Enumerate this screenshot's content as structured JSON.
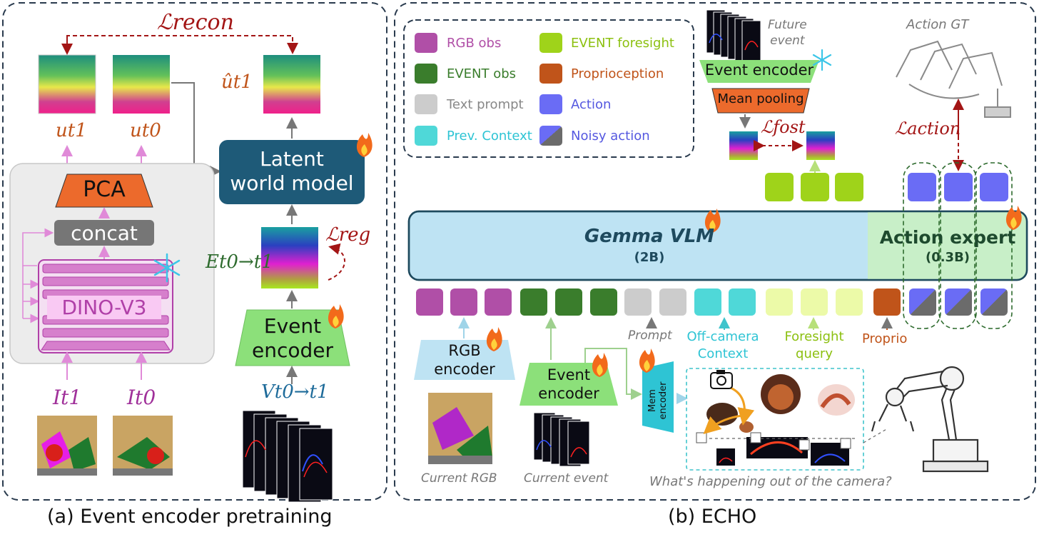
{
  "panel_a": {
    "caption": "(a) Event encoder pretraining",
    "loss_recon": "ℒrecon",
    "u_t1": "ut1",
    "u_t0": "ut0",
    "u_hat": "ût1",
    "pca": "PCA",
    "concat": "concat",
    "dino": "DINO-V3",
    "lwm_line1": "Latent",
    "lwm_line2": "world model",
    "E_label": "Et0→t1",
    "loss_reg": "ℒreg",
    "event_enc_line1": "Event",
    "event_enc_line2": "encoder",
    "V_label": "Vt0→t1",
    "I_t1": "It1",
    "I_t0": "It0"
  },
  "panel_b": {
    "caption": "(b) ECHO",
    "legend": [
      {
        "label": "RGB obs",
        "color": "#b04fa7"
      },
      {
        "label": "EVENT obs",
        "color": "#3a7d2c"
      },
      {
        "label": "Text prompt",
        "color": "#cccccc"
      },
      {
        "label": "Prev. Context",
        "color": "#4fd8d8"
      },
      {
        "label": "EVENT foresight",
        "color": "#9fd31a"
      },
      {
        "label": "Proprioception",
        "color": "#c0541a"
      },
      {
        "label": "Action",
        "color": "#6a6cf5"
      },
      {
        "label": "Noisy action",
        "color": "#6a6cf5"
      }
    ],
    "future_event_line1": "Future",
    "future_event_line2": "event",
    "event_encoder_top": "Event encoder",
    "mean_pooling": "Mean pooling",
    "loss_fost": "ℒfost",
    "action_gt": "Action GT",
    "loss_action": "ℒaction",
    "gemma_title": "Gemma VLM",
    "gemma_size": "(2B)",
    "action_expert_title": "Action expert",
    "action_expert_size": "(0.3B)",
    "prompt": "Prompt",
    "off_camera_line1": "Off-camera",
    "off_camera_line2": "Context",
    "foresight_line1": "Foresight",
    "foresight_line2": "query",
    "proprio": "Proprio",
    "rgb_enc_line1": "RGB",
    "rgb_enc_line2": "encoder",
    "ev_enc_line1": "Event",
    "ev_enc_line2": "encoder",
    "mem_encoder": "Mem encoder",
    "current_rgb": "Current RGB",
    "current_event": "Current event",
    "question": "What's happening out of the camera?"
  },
  "colors": {
    "loss_red": "#a31515",
    "dark_teal": "#1e5a78",
    "pca_orange": "#ec6a2c",
    "pink": "#c558b8",
    "green_enc": "#8ce07a",
    "gemma_blue": "#bee3f3",
    "action_green": "#c8efc8"
  }
}
